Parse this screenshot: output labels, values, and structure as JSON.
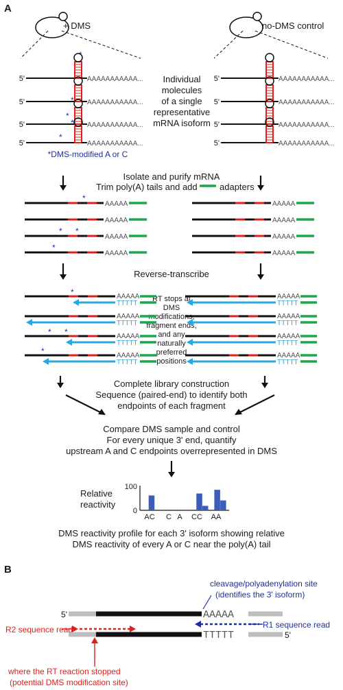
{
  "panel_a": {
    "label": "A",
    "dms_label": "+ DMS",
    "control_label": "no-DMS control",
    "five_prime": "5'",
    "poly_a": "AAAAAAAAAAA...",
    "poly_a_short": "AAAAA",
    "poly_t_short": "TTTTT",
    "molecules_note": [
      "Individual",
      "molecules",
      "of a single",
      "representative",
      "mRNA isoform"
    ],
    "dms_mod_note": "*DMS-modified A or C",
    "step1": [
      "Isolate and purify mRNA",
      "Trim poly(A) tails and add",
      "adapters"
    ],
    "step2": "Reverse-transcribe",
    "rt_note": [
      "RT stops at",
      "DMS",
      "modifications,",
      "fragment ends,",
      "and any",
      "naturally",
      "preferred",
      "positions"
    ],
    "step3": [
      "Complete library construction",
      "Sequence (paired-end) to identify both",
      "endpoints of each fragment"
    ],
    "step4": [
      "Compare DMS sample and control",
      "For every unique 3' end, quantify",
      "upstream A and C endpoints overrepresented in DMS"
    ],
    "profile_caption": [
      "DMS reactivity profile for each 3' isoform showing relative",
      "DMS reactivity of every A or C near the poly(A) tail"
    ]
  },
  "chart_data": {
    "type": "bar",
    "ylabel": "Relative reactivity",
    "ylim": [
      0,
      100
    ],
    "ytick_labels": [
      "100",
      "0"
    ],
    "xtick_labels": [
      "AC",
      "C",
      "A",
      "CC",
      "AA"
    ],
    "values": [
      0,
      60,
      0,
      0,
      0,
      0,
      0,
      0,
      0,
      68,
      18,
      0,
      83,
      40
    ]
  },
  "panel_b": {
    "label": "B",
    "cleavage_label": [
      "cleavage/polyadenylation site",
      "(identifies the 3' isoform)"
    ],
    "five_prime": "5'",
    "poly_a": "AAAAA",
    "poly_t": "TTTTT",
    "r1_label": "R1 sequence read",
    "r2_label": "R2 sequence read",
    "rt_stop_label": [
      "where the RT reaction stopped",
      "(potential DMS modification site)"
    ]
  },
  "colors": {
    "rna": "#111111",
    "hairpin": "#e0201b",
    "adapter": "#1aa64a",
    "cdna": "#29a8e0",
    "dms_star": "#1f2e9e",
    "bar": "#3b5cb8",
    "read1": "#1f2e9e",
    "read2": "#e0201b",
    "adapter_grey": "#bdbdbd"
  }
}
